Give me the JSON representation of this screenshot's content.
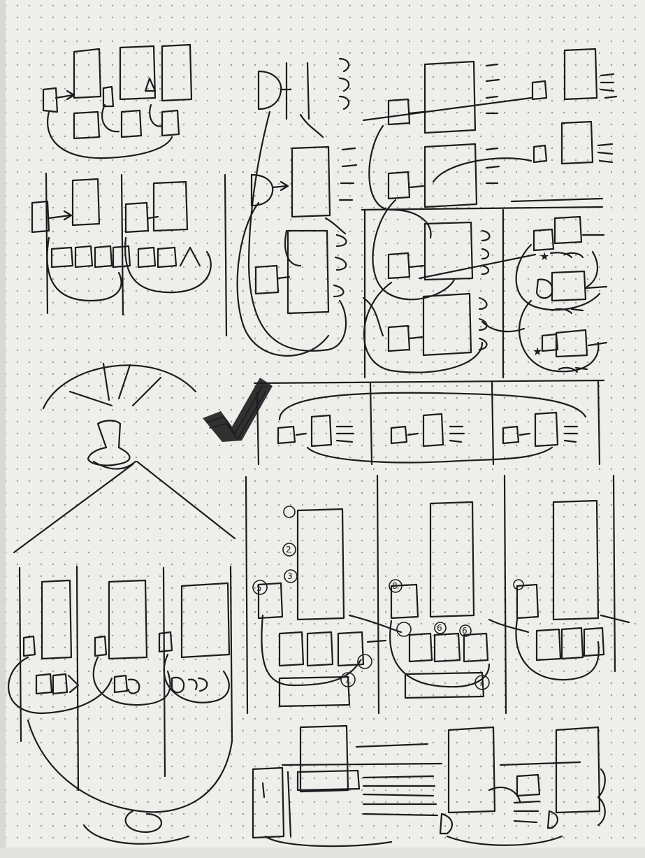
{
  "notebook": {
    "paper_color": "#eeeeeb",
    "ink_color": "#1c1c1e",
    "grid": "dot-grid"
  },
  "annotations": {
    "circled_numbers": [
      "1",
      "2",
      "3",
      "5",
      "6",
      "7",
      "8"
    ],
    "marks": [
      "checkmark",
      "star"
    ]
  }
}
